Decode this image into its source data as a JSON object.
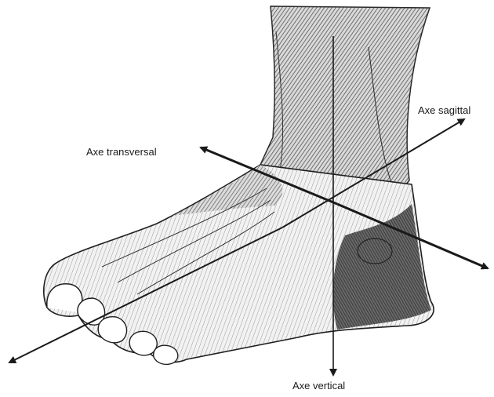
{
  "labels": {
    "transversal": "Axe transversal",
    "sagittal": "Axe sagittal",
    "vertical": "Axe vertical"
  },
  "colors": {
    "ink": "#1a1a1a",
    "shade": "#3a3a3a",
    "background": "#ffffff"
  },
  "icons": {
    "foot": "foot-illustration",
    "arrows": "axis-arrow"
  }
}
